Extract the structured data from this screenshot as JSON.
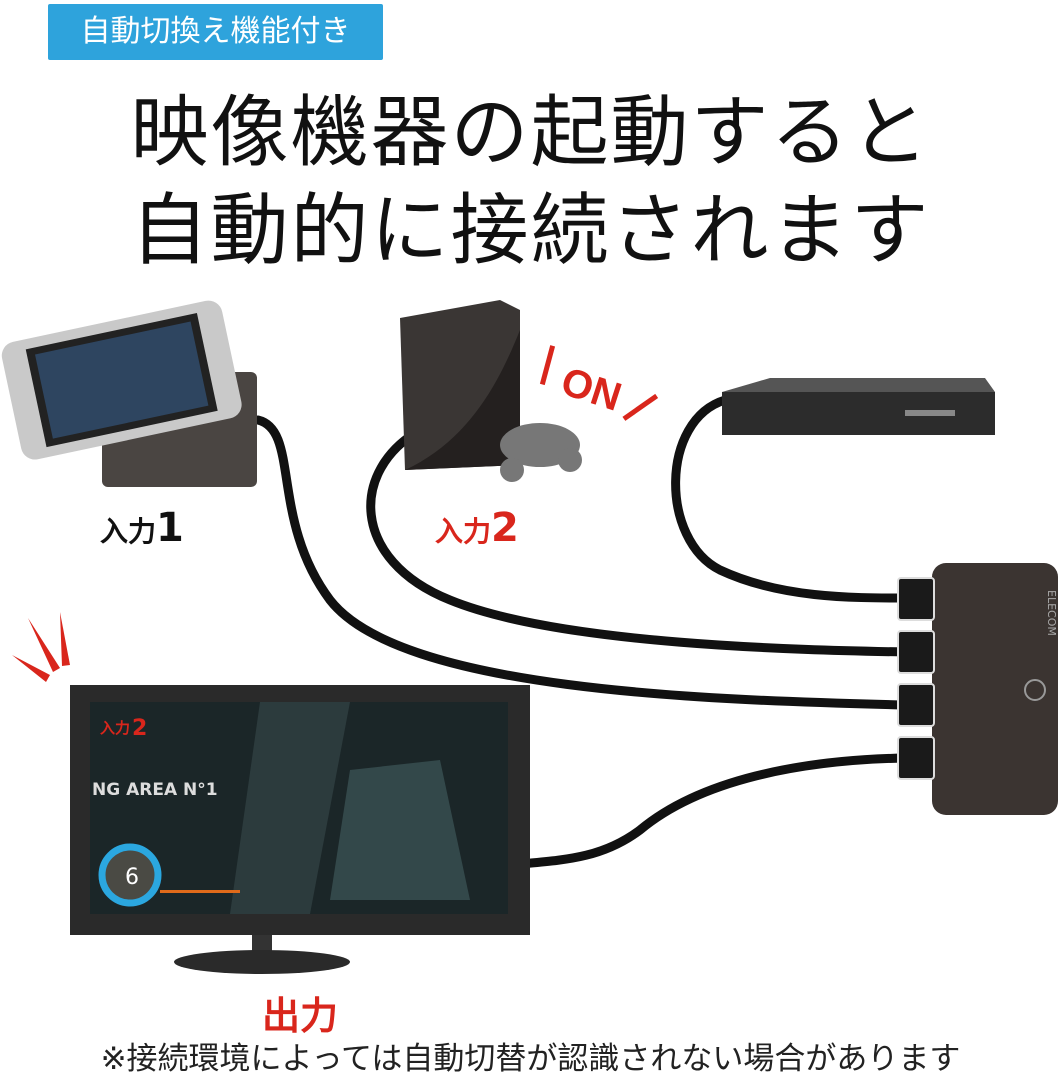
{
  "badge": "自動切換え機能付き",
  "title": {
    "line1": "映像機器の起動すると",
    "line2": "自動的に接続されます"
  },
  "inputs": [
    {
      "prefix": "入力",
      "number": "1",
      "color": "#111111"
    },
    {
      "prefix": "入力",
      "number": "2",
      "color": "#d9261c"
    }
  ],
  "on_label": "ON",
  "output_label": "出力",
  "tv_screen": {
    "input_prefix": "入力",
    "input_number": "2",
    "game_text": "NG AREA N°1",
    "counter": "6"
  },
  "switch_brand": "ELECOM",
  "footnote": "※接続環境によっては自動切替が認識されない場合があります",
  "colors": {
    "badge": "#2ea3dc",
    "accent_red": "#d9261c"
  }
}
